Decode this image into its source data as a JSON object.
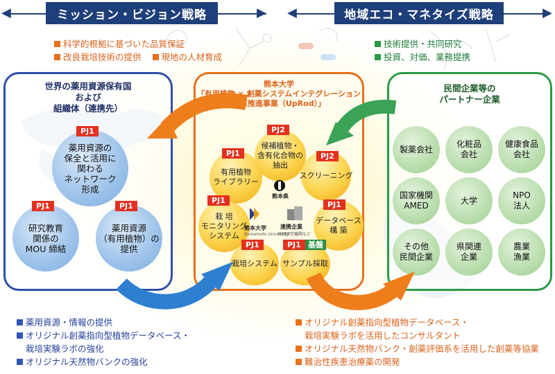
{
  "header": {
    "left_title": "ミッション・ビジョン戦略",
    "right_title": "地域エコ・マネタイズ戦略"
  },
  "top_left_bullets": [
    "科学的根拠に基づいた品質保証",
    "改良栽培技術の提供",
    "現地の人材育成"
  ],
  "top_right_bullets": [
    "技術提供・共同研究",
    "投資、対価、業務提携"
  ],
  "left_panel": {
    "title_line1": "世界の薬用資源保有国",
    "title_line2": "および",
    "title_line3": "組織体（連携先）",
    "circles": [
      {
        "tag": "PJ1",
        "lines": [
          "薬用資源の",
          "保全と活用に",
          "関わる",
          "ネットワーク",
          "形成"
        ]
      },
      {
        "tag": "PJ1",
        "lines": [
          "研究教育",
          "関係の",
          "MOU 締結"
        ]
      },
      {
        "tag": "PJ1",
        "lines": [
          "薬用資源",
          "（有用植物）の",
          "提供"
        ]
      }
    ]
  },
  "center_panel": {
    "title_line1": "熊本大学",
    "title_line2": "「有用植物 × 創薬システムインテグレーション",
    "title_line3": "拠点推進事業（UpRod）」",
    "circles": [
      {
        "tag": "PJ2",
        "lines": [
          "候補植物・",
          "含有化合物の",
          "抽出"
        ]
      },
      {
        "tag": "PJ1",
        "lines": [
          "有用植物",
          "ライブラリー"
        ]
      },
      {
        "tag": "PJ2",
        "lines": [
          "スクリーニング"
        ]
      },
      {
        "tag": "PJ1",
        "lines": [
          "栽 培",
          "モニタリング",
          "システム"
        ]
      },
      {
        "tag": "PJ1",
        "lines": [
          "データベース",
          "構 築"
        ]
      },
      {
        "tag": "PJ1",
        "lines": [
          "栽培システム"
        ]
      },
      {
        "tag": "PJ1",
        "tag2": "基盤",
        "lines": [
          "サンプル採取"
        ]
      }
    ],
    "logos": {
      "pref": "熊本県",
      "univ": "熊本大学",
      "univ_sub": "Kumamoto University",
      "company": "連携企業",
      "company_sub": "共同研究機関など"
    }
  },
  "right_panel": {
    "title_line1": "民間企業等の",
    "title_line2": "パートナー企業",
    "circles": [
      [
        "製薬会社"
      ],
      [
        "化粧品",
        "会社"
      ],
      [
        "健康食品",
        "会社"
      ],
      [
        "国家機関",
        "AMED"
      ],
      [
        "大学"
      ],
      [
        "NPO",
        "法人"
      ],
      [
        "その他",
        "民間企業"
      ],
      [
        "県関連",
        "企業"
      ],
      [
        "農業",
        "漁業"
      ]
    ]
  },
  "bottom_left_bullets": [
    [
      "薬用資源・情報の提供"
    ],
    [
      "オリジナル創薬指向型植物データベース・",
      "栽培実験ラボの強化"
    ],
    [
      "オリジナル天然物バンクの強化"
    ]
  ],
  "bottom_right_bullets": [
    [
      "オリジナル創薬指向型植物データベース・",
      "栽培実験ラボを活用したコンサルタント"
    ],
    [
      "オリジナル天然物バンク・創薬評価系を活用した創薬等協業"
    ],
    [
      "難治性疾患治療薬の開発"
    ]
  ],
  "colors": {
    "navy": "#1f3f7a",
    "orange": "#e8701a",
    "green": "#2a9a46",
    "blue": "#2f55b6",
    "pj_red": "#e4301f"
  }
}
